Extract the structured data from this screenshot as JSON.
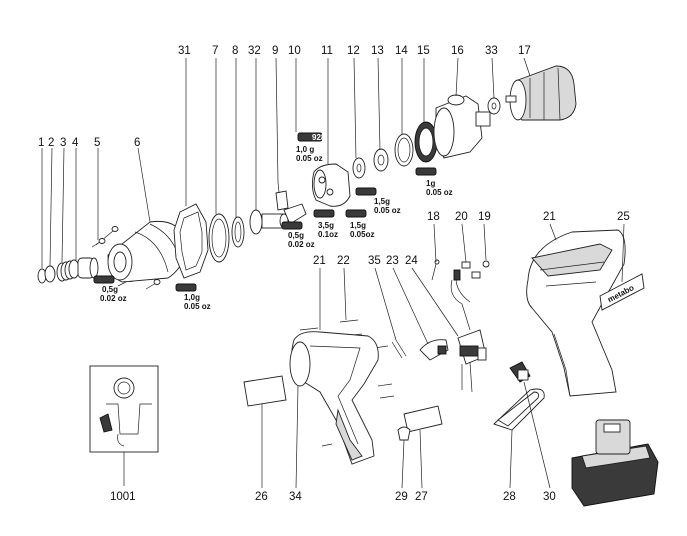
{
  "diagram": {
    "callouts": [
      {
        "id": "c1",
        "text": "1"
      },
      {
        "id": "c2",
        "text": "2"
      },
      {
        "id": "c3",
        "text": "3"
      },
      {
        "id": "c4",
        "text": "4"
      },
      {
        "id": "c5",
        "text": "5"
      },
      {
        "id": "c6",
        "text": "6"
      },
      {
        "id": "c31",
        "text": "31"
      },
      {
        "id": "c7",
        "text": "7"
      },
      {
        "id": "c8",
        "text": "8"
      },
      {
        "id": "c32",
        "text": "32"
      },
      {
        "id": "c9",
        "text": "9"
      },
      {
        "id": "c10",
        "text": "10"
      },
      {
        "id": "c11",
        "text": "11"
      },
      {
        "id": "c12",
        "text": "12"
      },
      {
        "id": "c13",
        "text": "13"
      },
      {
        "id": "c14",
        "text": "14"
      },
      {
        "id": "c15",
        "text": "15"
      },
      {
        "id": "c16",
        "text": "16"
      },
      {
        "id": "c33",
        "text": "33"
      },
      {
        "id": "c17",
        "text": "17"
      },
      {
        "id": "c18",
        "text": "18"
      },
      {
        "id": "c20",
        "text": "20"
      },
      {
        "id": "c19",
        "text": "19"
      },
      {
        "id": "c21a",
        "text": "21"
      },
      {
        "id": "c25",
        "text": "25"
      },
      {
        "id": "c21b",
        "text": "21"
      },
      {
        "id": "c22",
        "text": "22"
      },
      {
        "id": "c35",
        "text": "35"
      },
      {
        "id": "c23",
        "text": "23"
      },
      {
        "id": "c24",
        "text": "24"
      },
      {
        "id": "c1001",
        "text": "1001"
      },
      {
        "id": "c26",
        "text": "26"
      },
      {
        "id": "c34",
        "text": "34"
      },
      {
        "id": "c29",
        "text": "29"
      },
      {
        "id": "c27",
        "text": "27"
      },
      {
        "id": "c28",
        "text": "28"
      },
      {
        "id": "c30",
        "text": "30"
      }
    ],
    "grease_labels": [
      {
        "id": "g1",
        "lines": [
          "1,0 g",
          "0.05 oz"
        ]
      },
      {
        "id": "g2",
        "lines": [
          "3,5g",
          "0.1oz"
        ]
      },
      {
        "id": "g3",
        "lines": [
          "1,5g",
          "0.05oz"
        ]
      },
      {
        "id": "g4",
        "lines": [
          "1,5g",
          "0.05 oz"
        ]
      },
      {
        "id": "g5",
        "lines": [
          "1g",
          "0.05 oz"
        ]
      },
      {
        "id": "g6",
        "lines": [
          "0,5g",
          "0.02 oz"
        ]
      },
      {
        "id": "g7",
        "lines": [
          "0,5g",
          "0.02 oz"
        ]
      },
      {
        "id": "g8",
        "lines": [
          "1,0g",
          "0.05 oz"
        ]
      }
    ],
    "grease_tube_text": "928",
    "brand_label": "metabo"
  }
}
